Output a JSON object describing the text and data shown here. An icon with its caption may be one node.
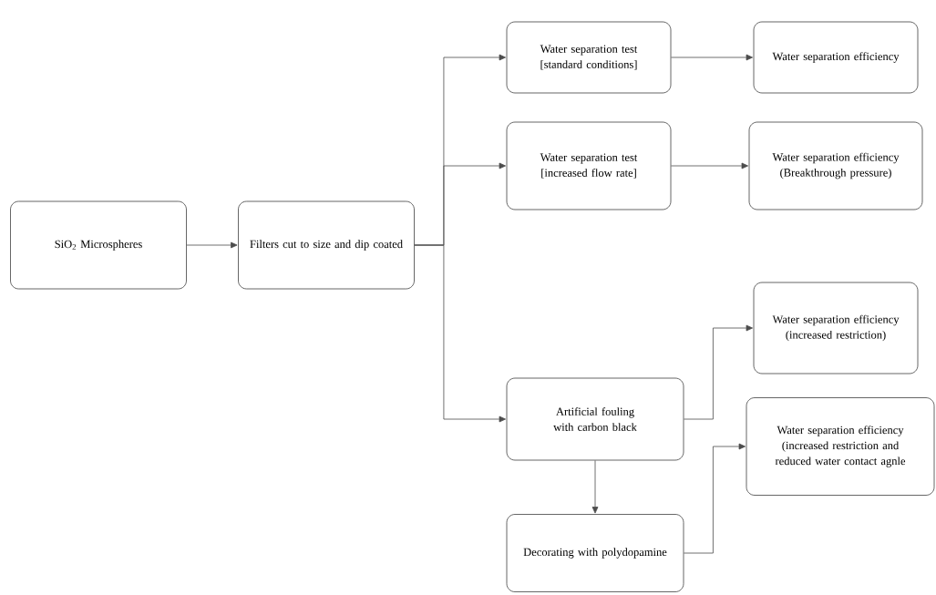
{
  "diagram": {
    "nodes": [
      {
        "text": [
          "SiO$_{2}$ Microspheres"
        ]
      },
      {
        "text": [
          "Filters cut to size and dip coated"
        ]
      },
      {
        "text": [
          "Water separation test [standard conditions]"
        ]
      },
      {
        "text": [
          "Water separation efficiency"
        ]
      },
      {
        "text": [
          "Water separation test [increased flow rate]"
        ]
      },
      {
        "text": [
          "Water separation efficiency (Breakthrough pressure)"
        ]
      },
      {
        "text": [
          "Artificial fouling with carbon black"
        ]
      },
      {
        "text": [
          "Water separation efficiency (increased restriction)"
        ]
      },
      {
        "text": [
          "Water separation efficiency (increased restriction and reduced water contact agnle"
        ]
      },
      {
        "text": [
          "Decorating with polydopamine"
        ]
      }
    ],
    "edges": [
      {
        "from": 0,
        "to": 1,
        "arrow": "to"
      },
      {
        "from": 1,
        "to": 2,
        "arrow": "to"
      },
      {
        "from": 1,
        "to": 4,
        "arrow": "to"
      },
      {
        "from": 1,
        "to": 6,
        "arrow": "to"
      },
      {
        "from": 2,
        "to": 3,
        "arrow": "to"
      },
      {
        "from": 4,
        "to": 5,
        "arrow": "to"
      },
      {
        "from": 6,
        "to": 7,
        "arrow": "to"
      },
      {
        "from": 6,
        "to": 9,
        "arrow": "to"
      },
      {
        "from": 9,
        "to": 8,
        "arrow": "to"
      }
    ]
  }
}
